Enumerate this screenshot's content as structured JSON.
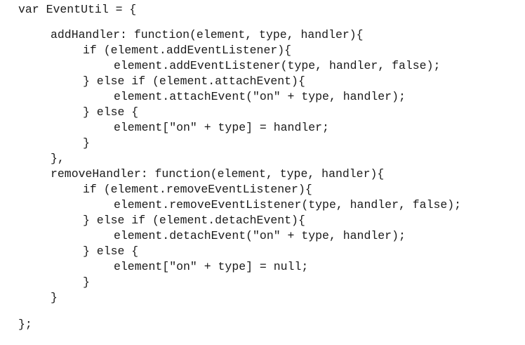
{
  "code": {
    "lines": [
      "var EventUtil = {",
      "addHandler: function(element, type, handler){",
      "if (element.addEventListener){",
      "element.addEventListener(type, handler, false);",
      "} else if (element.attachEvent){",
      "element.attachEvent(\"on\" + type, handler);",
      "} else {",
      "element[\"on\" + type] = handler;",
      "}",
      "},",
      "removeHandler: function(element, type, handler){",
      "if (element.removeEventListener){",
      "element.removeEventListener(type, handler, false);",
      "} else if (element.detachEvent){",
      "element.detachEvent(\"on\" + type, handler);",
      "} else {",
      "element[\"on\" + type] = null;",
      "}",
      "}",
      "};"
    ]
  }
}
